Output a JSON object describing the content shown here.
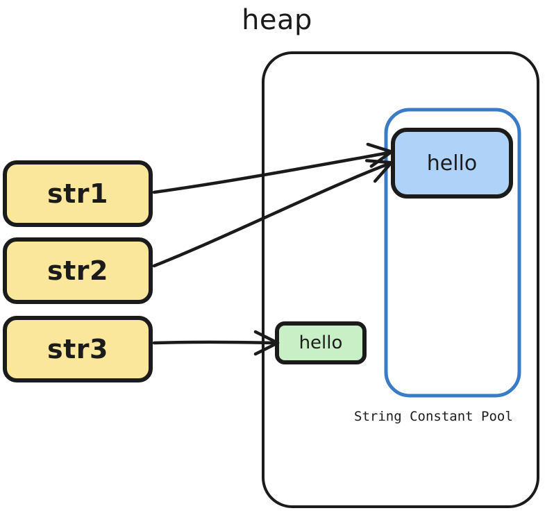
{
  "diagram": {
    "title": "heap",
    "type": "java-string-memory-diagram",
    "colors": {
      "stack_var_fill": "#FAE79B",
      "stack_var_stroke": "#1b1b1b",
      "pooled_string_fill": "#AED2F8",
      "pooled_string_stroke": "#1b1b1b",
      "heap_string_fill": "#C8EFC6",
      "heap_string_stroke": "#1b1b1b",
      "pool_border": "#3A7BC8",
      "heap_border": "#1b1b1b",
      "arrow": "#1b1b1b",
      "text": "#1b1b1b",
      "background": "#ffffff"
    },
    "variables": [
      {
        "id": "str1",
        "label": "str1"
      },
      {
        "id": "str2",
        "label": "str2"
      },
      {
        "id": "str3",
        "label": "str3"
      }
    ],
    "heap": {
      "label": "heap",
      "pool": {
        "caption": "String Constant Pool",
        "interned_string": {
          "id": "pooled-hello",
          "label": "hello"
        }
      },
      "heap_object": {
        "id": "heap-hello",
        "label": "hello"
      }
    },
    "edges": [
      {
        "from": "str1",
        "to": "pooled-hello"
      },
      {
        "from": "str2",
        "to": "pooled-hello"
      },
      {
        "from": "str3",
        "to": "heap-hello"
      }
    ]
  }
}
